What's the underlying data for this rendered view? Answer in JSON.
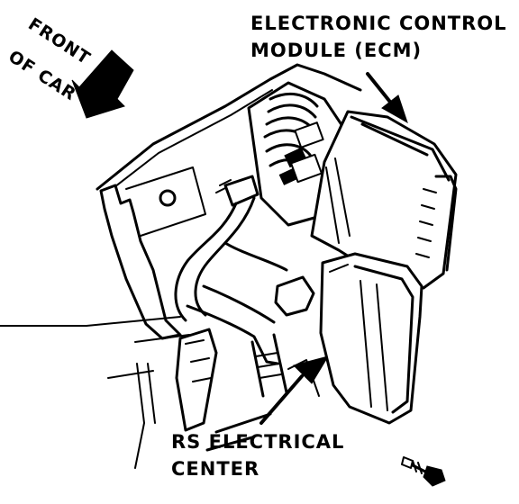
{
  "labels": {
    "front_of_car_line1": "FRONT",
    "front_of_car_line2": "OF CAR",
    "ecm_line1": "ELECTRONIC CONTROL",
    "ecm_line2": "MODULE (ECM)",
    "rs_line1": "RS ELECTRICAL",
    "rs_line2": "CENTER"
  },
  "colors": {
    "ink": "#000000",
    "paper": "#ffffff"
  }
}
